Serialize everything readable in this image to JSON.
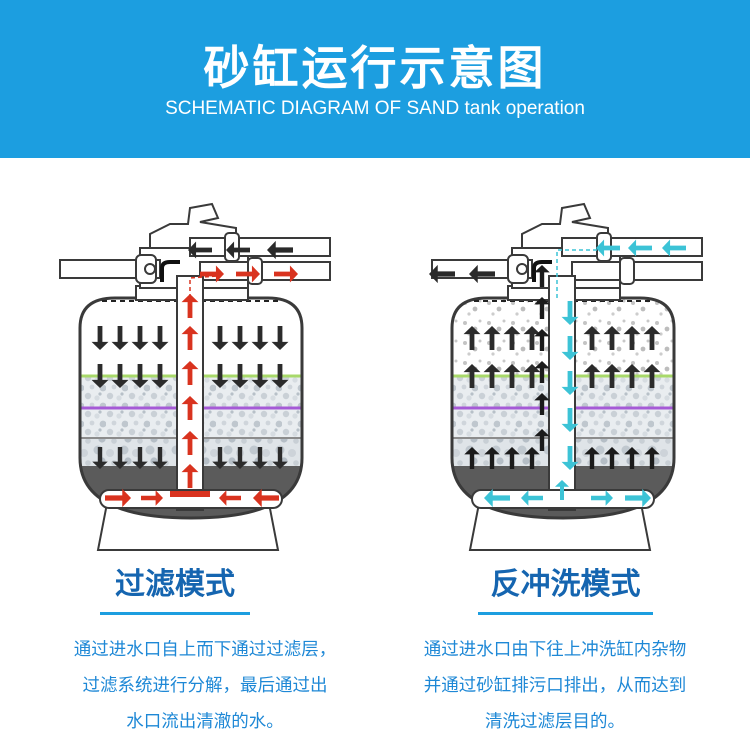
{
  "header": {
    "title": "砂缸运行示意图",
    "subtitle": "SCHEMATIC DIAGRAM OF SAND tank operation"
  },
  "panels": [
    {
      "mode_title": "过滤模式",
      "description": [
        "通过进水口自上而下通过过滤层，",
        "过滤系统进行分解，最后通过出",
        "水口流出清澈的水。"
      ],
      "flow_color": "#d9331f",
      "bed_arrow_direction": "down"
    },
    {
      "mode_title": "反冲洗模式",
      "description": [
        "通过进水口由下往上冲洗缸内杂物",
        "并通过砂缸排污口排出，从而达到",
        "清洗过滤层目的。"
      ],
      "flow_color": "#3cc3d6",
      "bed_arrow_direction": "up"
    }
  ],
  "colors": {
    "banner": "#1c9ee0",
    "tank_outline": "#3a3a3a",
    "bottom_layer": "#5b5b5b",
    "green_line": "#a8d96a",
    "purple_line": "#a55ad6",
    "mode_text": "#1565b0",
    "desc_text": "#1e88d6"
  }
}
